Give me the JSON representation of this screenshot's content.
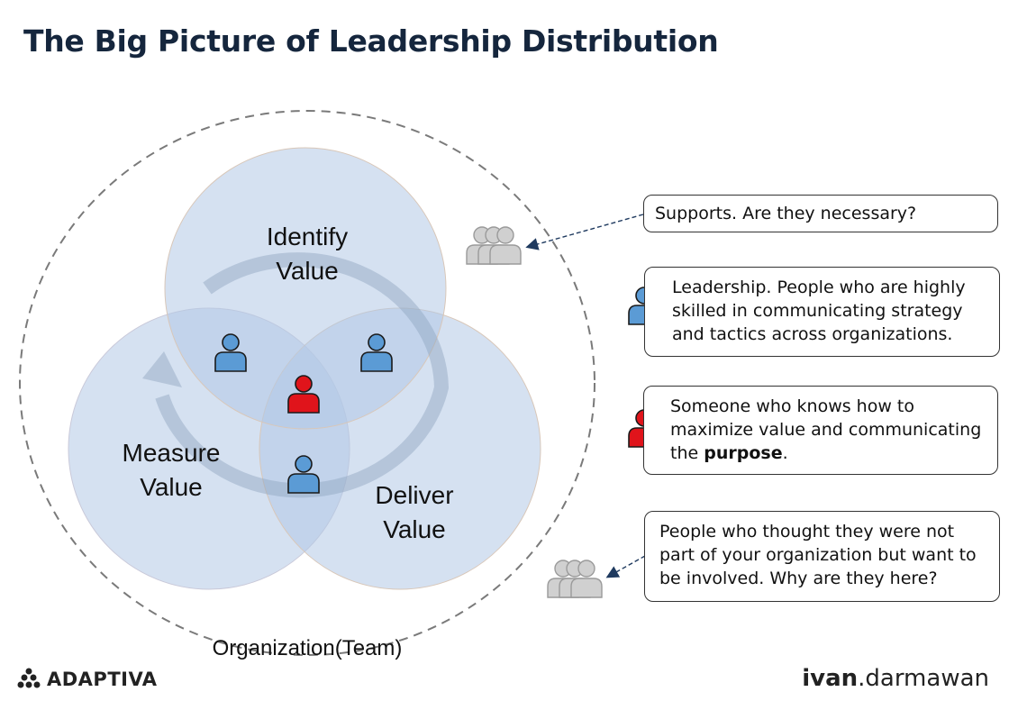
{
  "title": "The Big Picture of Leadership Distribution",
  "diagram": {
    "circles": {
      "identify": "Identify Value",
      "measure": "Measure Value",
      "deliver": "Deliver Value"
    },
    "organization_label": "Organization(Team)"
  },
  "callouts": {
    "supports": "Supports. Are they necessary?",
    "leadership": "Leadership. People who are highly skilled in communicating strategy and tactics across organizations.",
    "purpose_prefix": "Someone who knows how to maximize value and communicating the ",
    "purpose_bold": "purpose",
    "purpose_suffix": ".",
    "outsiders": "People who thought they were not part of your organization but want to be involved. Why are they here?"
  },
  "colors": {
    "title": "#15263d",
    "circle_fill": "#b3c9e6",
    "leader_blue": "#5b9bd5",
    "purpose_red": "#e0141b",
    "support_gray": "#cccccc"
  },
  "icons": {
    "leader": "person-blue-icon",
    "purpose": "person-red-icon",
    "group": "people-group-icon"
  },
  "footer": {
    "logo_text": "ADAPTIVA",
    "author_first": "ivan",
    "author_dot": ".",
    "author_last": "darmawan"
  }
}
